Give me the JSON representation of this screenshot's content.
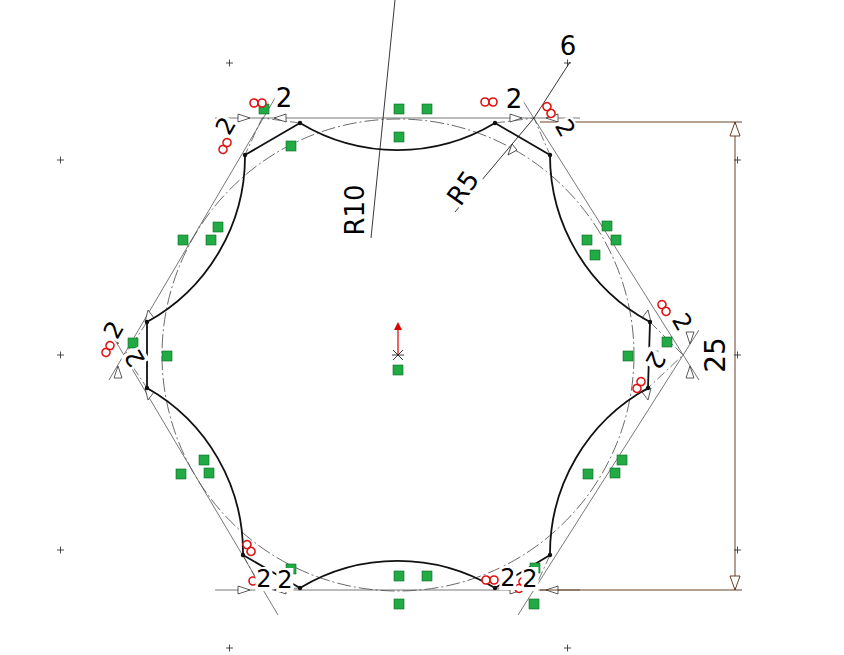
{
  "diagram": {
    "labels": [
      "6",
      "2",
      "2",
      "2",
      "2",
      "R5",
      "R10",
      "2",
      "2",
      "25",
      "2",
      "2",
      "2",
      "2",
      "2",
      "2"
    ]
  }
}
